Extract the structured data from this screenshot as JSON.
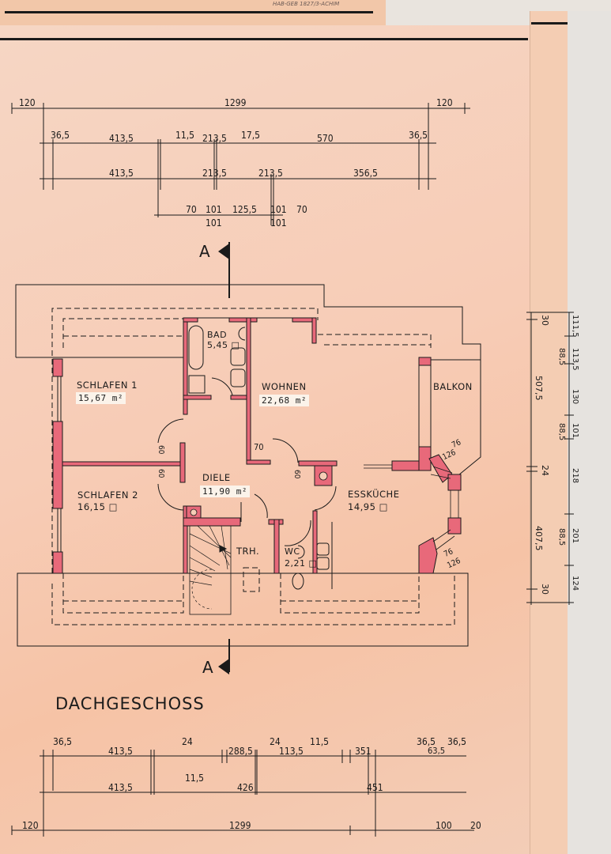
{
  "drawing": {
    "title": "DACHGESCHOSS",
    "section_marker": "A",
    "stamp_text": "HAB-GEB 1827/3-ACHIM",
    "colors": {
      "paper": "#f6cdb6",
      "wall_fill": "#e8697a",
      "ink": "#1a1a1a",
      "label_bg": "#fbf3ea"
    }
  },
  "rooms": [
    {
      "name": "SCHLAFEN 1",
      "area": "15,67 m²"
    },
    {
      "name": "SCHLAFEN 2",
      "area": "16,15 □"
    },
    {
      "name": "BAD",
      "area": "5,45 □"
    },
    {
      "name": "WOHNEN",
      "area": "22,68 m²"
    },
    {
      "name": "DIELE",
      "area": "11,90 m²"
    },
    {
      "name": "ESSKÜCHE",
      "area": "14,95 □"
    },
    {
      "name": "TRH.",
      "area": ""
    },
    {
      "name": "WC",
      "area": "2,21 □"
    },
    {
      "name": "BALKON",
      "area": ""
    }
  ],
  "dimensions": {
    "top": {
      "overall": [
        "120",
        "1299",
        "120"
      ],
      "row1": [
        "36,5",
        "413,5",
        "11,5",
        "213,5",
        "17,5",
        "570",
        "36,5"
      ],
      "row2": [
        "413,5",
        "213,5",
        "213,5",
        "356,5"
      ],
      "row3_upper": [
        "70",
        "101",
        "125,5",
        "101",
        "70"
      ],
      "row3_lower": [
        "101",
        "101"
      ]
    },
    "bottom": {
      "row1": [
        "36,5",
        "413,5",
        "24",
        "288,5",
        "24",
        "113,5",
        "11,5",
        "351",
        "36,5",
        "63,5",
        "36,5"
      ],
      "row2": [
        "413,5",
        "11,5",
        "426",
        "451"
      ],
      "overall": [
        "120",
        "1299",
        "100",
        "20"
      ]
    },
    "right": {
      "outer": [
        "30",
        "507,5",
        "24",
        "407,5",
        "30"
      ],
      "inner": [
        "111,5",
        "113,5",
        "88,5",
        "130",
        "101",
        "88,5",
        "218",
        "201",
        "88,5",
        "124"
      ]
    },
    "interior": {
      "door_diele_left_upper": "60",
      "door_diele_left_lower": "60",
      "door_wohnen": "70",
      "door_kueche": "60",
      "bay_window_upper": [
        "76",
        "126"
      ],
      "bay_window_lower": [
        "76",
        "126"
      ]
    }
  }
}
